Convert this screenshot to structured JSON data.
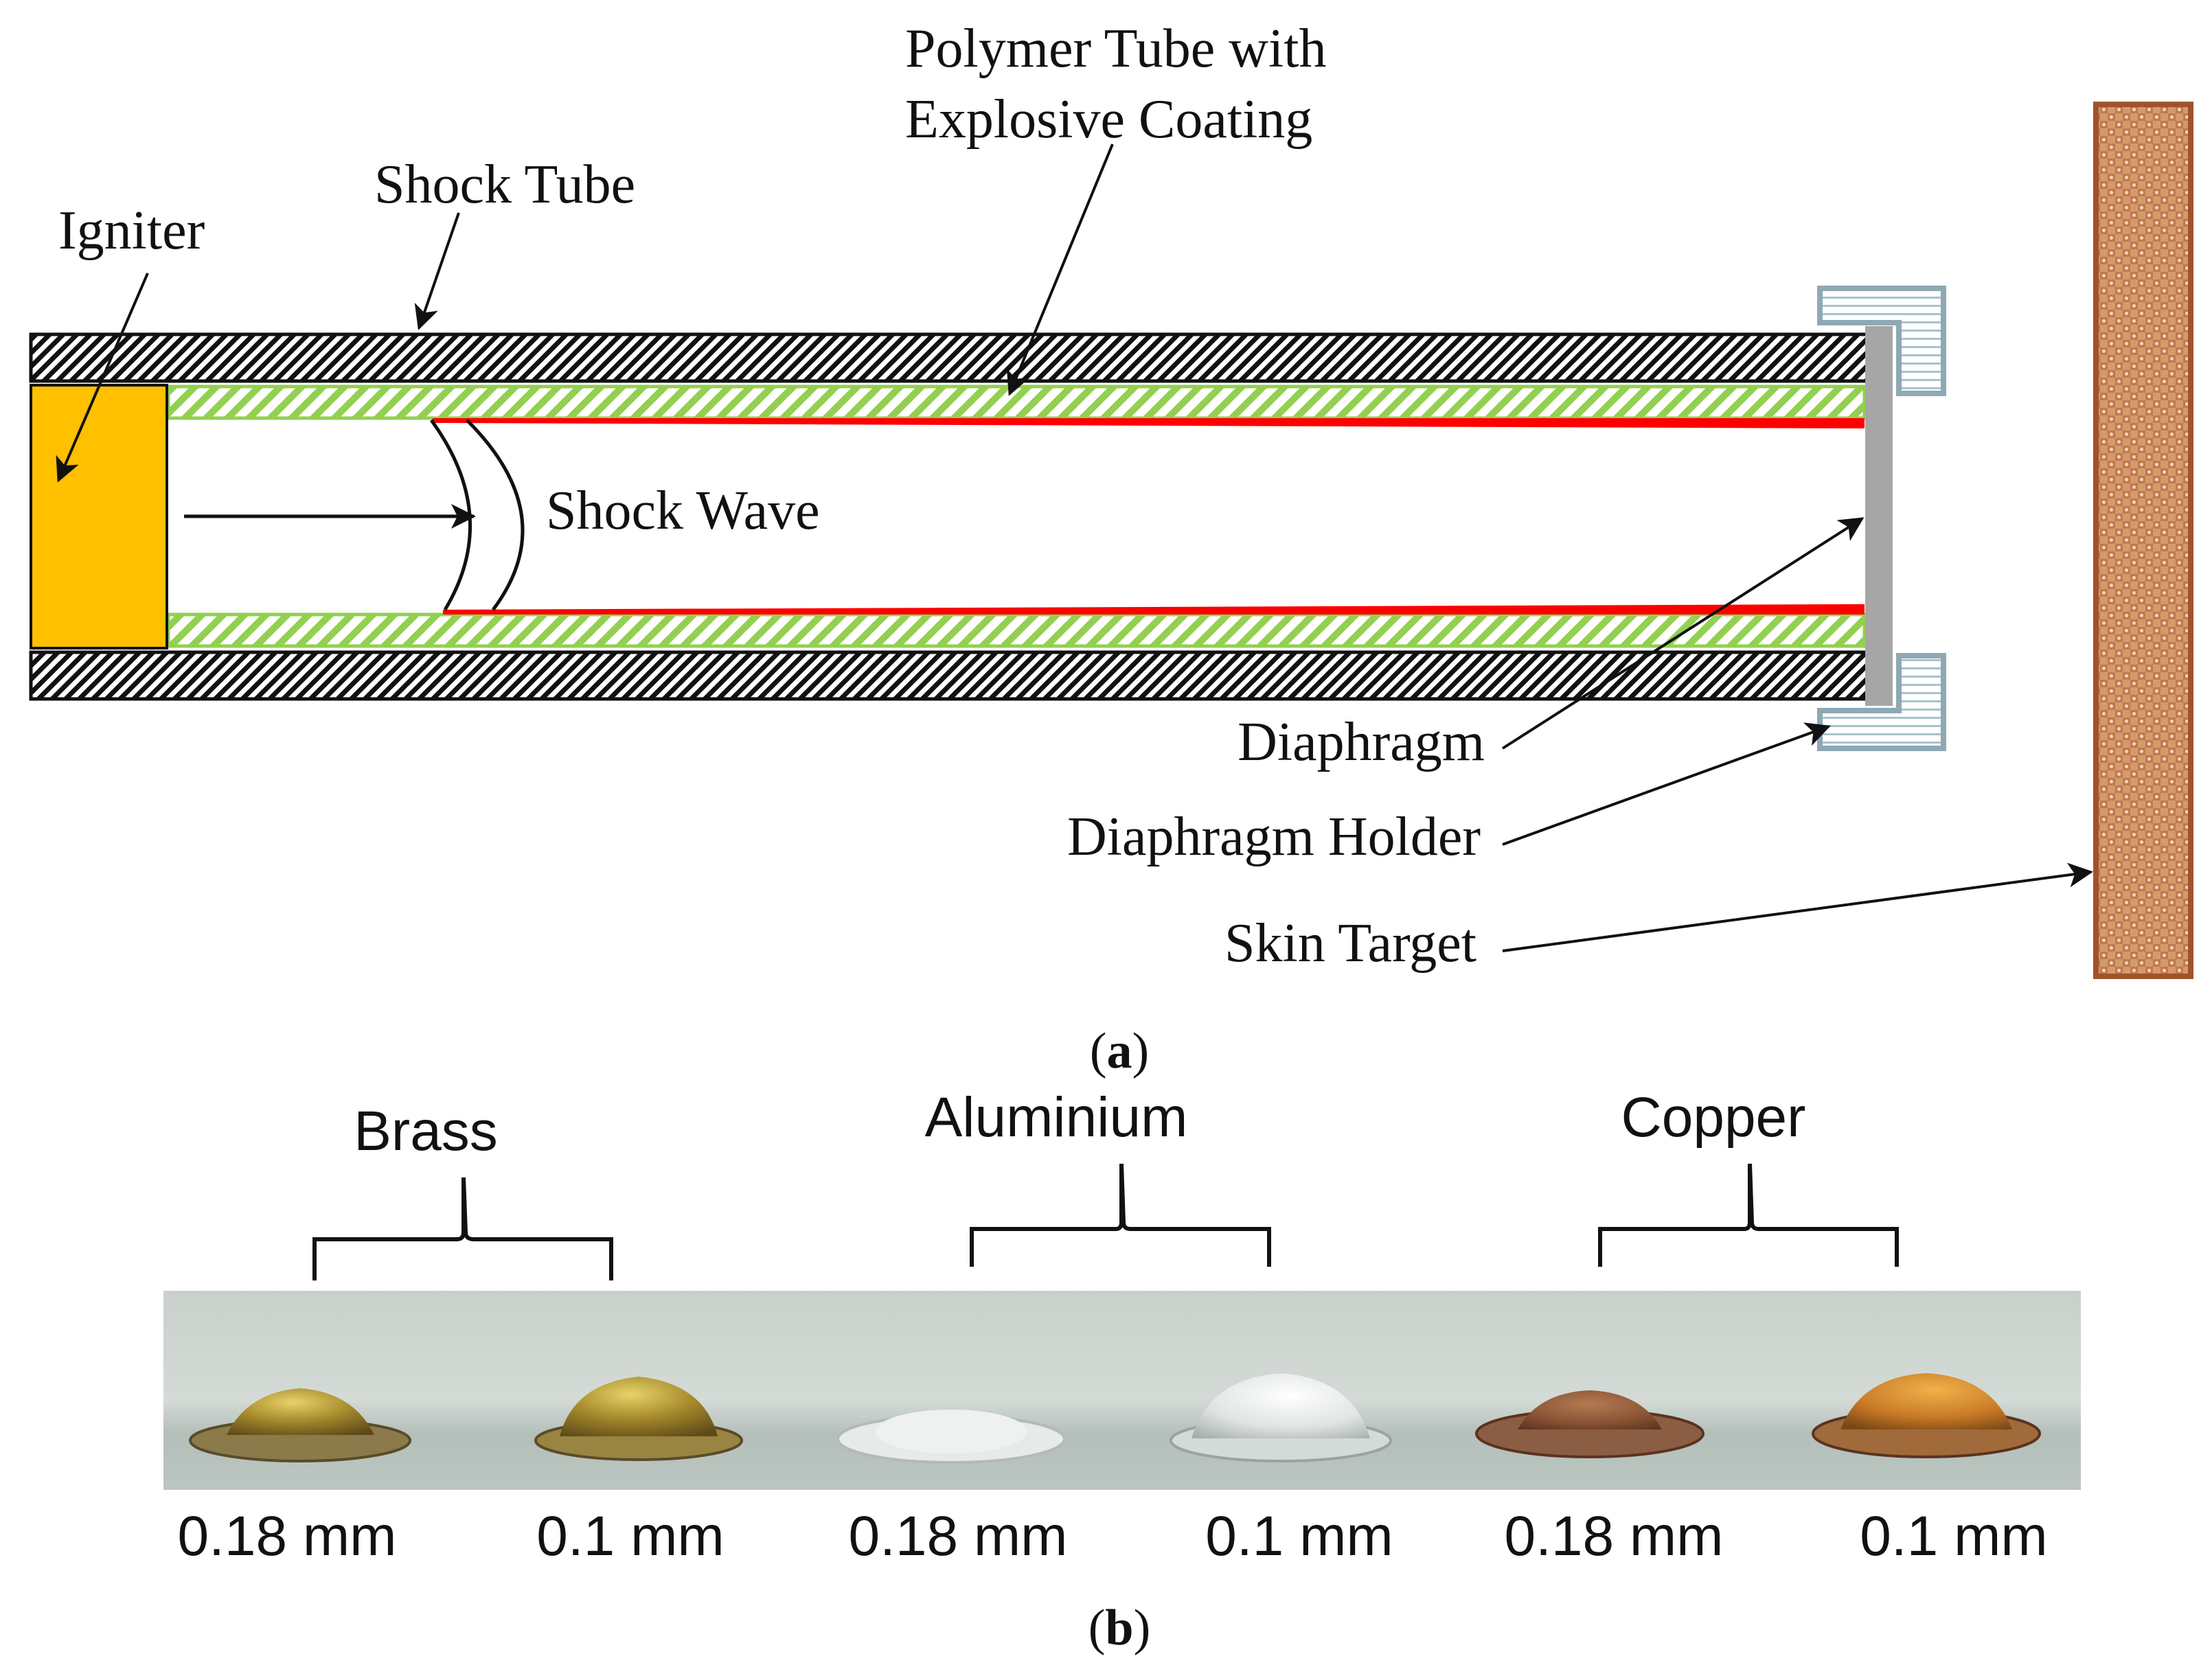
{
  "panel_a": {
    "caption_open": "(",
    "caption_letter": "a",
    "caption_close": ")",
    "labels": {
      "polymer_line1": "Polymer Tube with",
      "polymer_line2": "Explosive Coating",
      "shock_tube": "Shock Tube",
      "igniter": "Igniter",
      "shock_wave": "Shock Wave",
      "diaphragm": "Diaphragm",
      "diaphragm_holder": "Diaphragm Holder",
      "skin_target": "Skin Target"
    },
    "colors": {
      "igniter_fill": "#FFC000",
      "polymer_green": "#92D050",
      "explosive_red": "#FF0000",
      "diaphragm_gray": "#A6A6A6",
      "holder_blue": "#8EA9B4",
      "skin_brown": "#C07A4E"
    }
  },
  "panel_b": {
    "caption_open": "(",
    "caption_letter": "b",
    "caption_close": ")",
    "materials": [
      "Brass",
      "Aluminium",
      "Copper"
    ],
    "thicknesses": [
      "0.18 mm",
      "0.1 mm",
      "0.18 mm",
      "0.1 mm",
      "0.18 mm",
      "0.1 mm"
    ]
  }
}
